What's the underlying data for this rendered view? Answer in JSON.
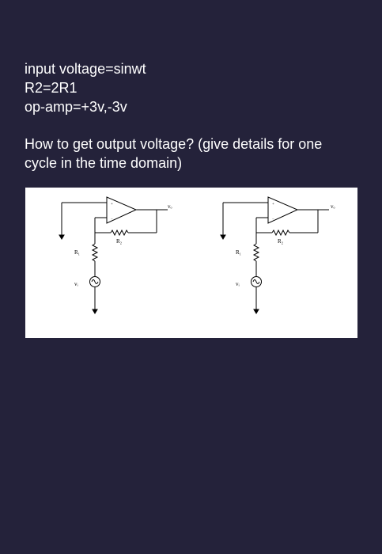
{
  "question": {
    "lines": [
      "input voltage=sinwt",
      "R2=2R1",
      "op-amp=+3v,-3v"
    ],
    "prompt": "How to get output voltage? (give details for one cycle in the time domain)"
  },
  "circuits": [
    {
      "labels": {
        "r1": "R₁",
        "r2": "R₂",
        "vi": "vᵢ",
        "vo": "vₒ",
        "plus": "+",
        "minus": "−"
      }
    },
    {
      "labels": {
        "r1": "R₁",
        "r2": "R₂",
        "vi": "vᵢ",
        "vo": "vₒ",
        "plus": "+",
        "minus": "−"
      }
    }
  ]
}
